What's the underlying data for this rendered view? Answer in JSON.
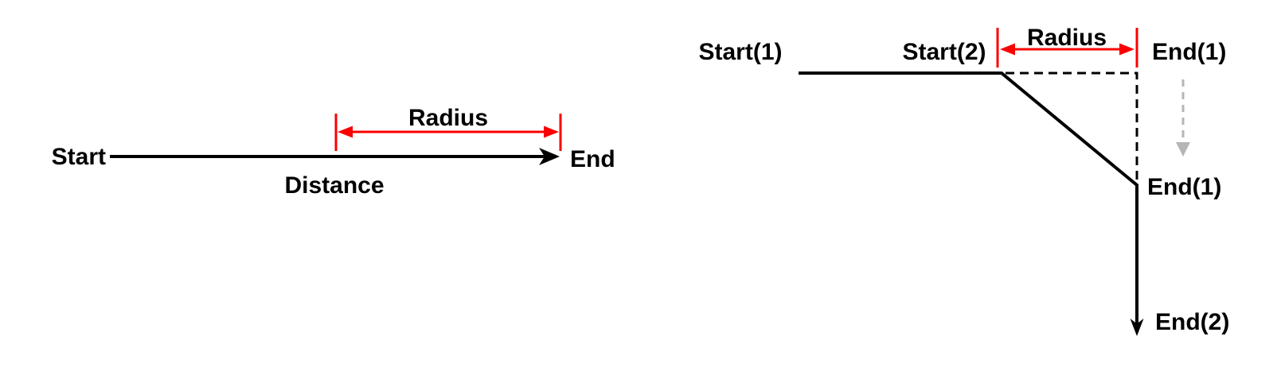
{
  "colors": {
    "black": "#000000",
    "red": "#fa0000",
    "gray": "#b5b5b5",
    "background": "#ffffff"
  },
  "left_diagram": {
    "start_label": "Start",
    "end_label": "End",
    "distance_label": "Distance",
    "radius_label": "Radius"
  },
  "right_diagram": {
    "start1_label": "Start(1)",
    "start2_label": "Start(2)",
    "radius_label": "Radius",
    "end1_ghost_label": "End(1)",
    "end1_label": "End(1)",
    "end2_label": "End(2)"
  }
}
